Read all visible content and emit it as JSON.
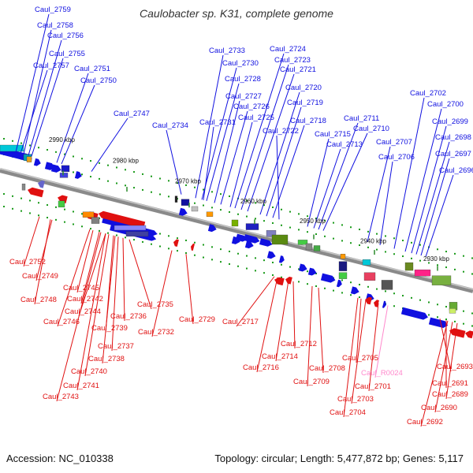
{
  "title": "Caulobacter sp. K31, complete genome",
  "footer": {
    "accession": "Accession: NC_010338",
    "summary": "Topology: circular; Length: 5,477,872 bp; Genes: 5,117"
  },
  "colors": {
    "forward": "#1010e0",
    "reverse": "#e01010",
    "rna": "#ff88cc",
    "backbone": "#8a8a8a"
  },
  "ticks": [
    "2990 kbp",
    "2980 kbp",
    "2970 kbp",
    "2960 kbp",
    "2950 kbp",
    "2940 kbp",
    "2930 kbp"
  ],
  "top_labels": [
    "Caul_2759",
    "Caul_2758",
    "Caul_2756",
    "Caul_2755",
    "Caul_2757",
    "Caul_2751",
    "Caul_2750",
    "Caul_2747",
    "Caul_2734",
    "Caul_2733",
    "Caul_2730",
    "Caul_2728",
    "Caul_2727",
    "Caul_2726",
    "Caul_2731",
    "Caul_2725",
    "Caul_2724",
    "Caul_2723",
    "Caul_2721",
    "Caul_2720",
    "Caul_2719",
    "Caul_2718",
    "Caul_2722",
    "Caul_2711",
    "Caul_2710",
    "Caul_2715",
    "Caul_2713",
    "Caul_2707",
    "Caul_2706",
    "Caul_2702",
    "Caul_2700",
    "Caul_2699",
    "Caul_2698",
    "Caul_2697",
    "Caul_2696"
  ],
  "bottom_labels": [
    "Caul_2752",
    "Caul_2749",
    "Caul_2748",
    "Caul_2745",
    "Caul_2742",
    "Caul_2744",
    "Caul_2746",
    "Caul_2735",
    "Caul_2736",
    "Caul_2739",
    "Caul_2737",
    "Caul_2738",
    "Caul_2740",
    "Caul_2741",
    "Caul_2743",
    "Caul_2732",
    "Caul_2729",
    "Caul_2717",
    "Caul_2712",
    "Caul_2714",
    "Caul_2716",
    "Caul_2708",
    "Caul_2709",
    "Caul_2705",
    "Caul_R0024",
    "Caul_2701",
    "Caul_2703",
    "Caul_2704",
    "Caul_2693",
    "Caul_2691",
    "Caul_2689",
    "Caul_2690",
    "Caul_2692"
  ]
}
